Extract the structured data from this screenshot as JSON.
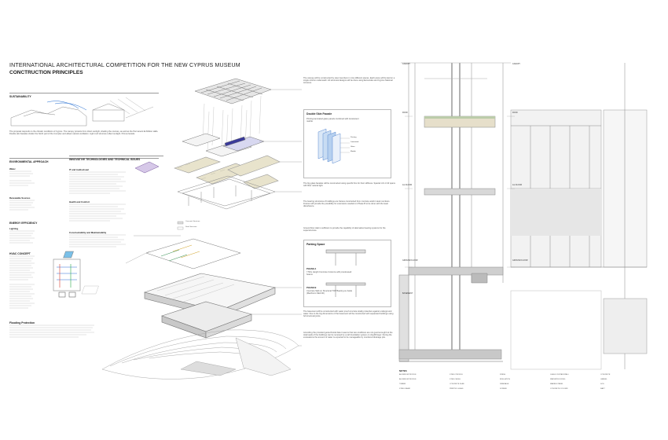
{
  "board": {
    "title": "INTERNATIONAL ARCHITECTURAL COMPETITION FOR THE NEW CYPRUS MUSEUM",
    "subtitle": "CONCTRUCTION  PRINCIPLES"
  },
  "left_column": {
    "sustainability": "SUSTAINABILITY",
    "sustainability_text": "The proposal responds to the climatic conditions of Cyprus. The canopy protects from direct sunlight, shading the courses, as well as the Permanent Exhibition Halls. Double skin facades shelter the North part of the Complex and allows natural ventilation. Light roof structure reflect sunlight. Primus facade.",
    "environmental": "ENVIRONMENTAL APPROACH",
    "water": "Water",
    "renewable": "Renewable Sources",
    "energy": "ENERGY EFFICIENCY",
    "lighting": "Lighting",
    "hvac": "HVAC CONCEPT",
    "flooding": "Flooding Protection"
  },
  "middle": {
    "innovative": "INNOVATIVE TECHNOLOGIES AND TECHNICAL ISSUES",
    "it_av": "IT and Audiovisual",
    "health": "Health and Comfort",
    "constructability": "Constructability and Maintainability",
    "legend_concrete": "Concrete Structure",
    "legend_steel": "Steel Structure"
  },
  "right_notes": {
    "canopy_note": "The canopy will be constructed by steel members in nine different pieces. Each piece will be laid on a single column underneath. All structural designs will be done using Eurocodes and Cyprus National Annexes.",
    "double_skin": "Double Skin Facade",
    "double_skin_sub": "Printing laminated glass panels combined with translucent marble",
    "panel_labels": [
      "Printing",
      "Laminated",
      "Glass",
      "Marble"
    ],
    "big_glass": "The big glass facades will be constructed using specific fins for their stiffness. Spacial U-K-U-W spans with fiber natural light.",
    "bearing": "The bearing structures of buildings are frames constructed from concrete and/or steel members. Frames will provide the possibility for extensions needed on Phase B to be done with the least disturbance.",
    "ground_floor": "Ground floor slab is sufficient to provide the capability of alternative bearing systems for the superstructure.",
    "parking": "Parking Space",
    "phase_a": "PHASE A",
    "phase_a_text": "7.50m Height Concrete Columns with prestressed beams",
    "phase_b": "PHASE B",
    "phase_b_text": "Concrete Slab on Structural TOP Bearing on Aside (Machine's NEA 60)",
    "basement": "The basement will be constructed with water proof concrete totally protective against underground water. Due to the big dimensions of the basement will be constructed with separated buildings using full structural joints.",
    "geotech": "According the provided geotechnical data it seems that two conditions are not good enough but the total loads of the buildings can be received by a raft foundation system on clay/fill layer. During the excavations the amount of water is expected to be manageable by monitored drainage pits."
  },
  "sections": {
    "canopy_level": "CANOPY",
    "roof": "ROOF",
    "first_floor": "1st FLOOR",
    "ground_floor": "GROUND FLOOR",
    "basement": "BASEMENT",
    "notes": "NOTES"
  },
  "legend_items": [
    "ALUMINUM PROFILE",
    "STEEL PROFILE",
    "FINISH",
    "GLASS CURTAIN WALL",
    "CONCRETE",
    "ALUMINUM PROFILE",
    "STEEL MESH",
    "INSULATION",
    "WATERPROOFING",
    "GRAVEL",
    "TIMBER",
    "CONCRETE SLAB",
    "DRAINAGE",
    "MARBLE PANEL",
    "SOIL",
    "STEEL BEAM",
    "PRINTED GLASS",
    "SCREED",
    "CONCRETE COLUMN",
    "RAFT"
  ],
  "colors": {
    "accent": "#3a3a9a",
    "line": "#888888",
    "text": "#222222"
  }
}
